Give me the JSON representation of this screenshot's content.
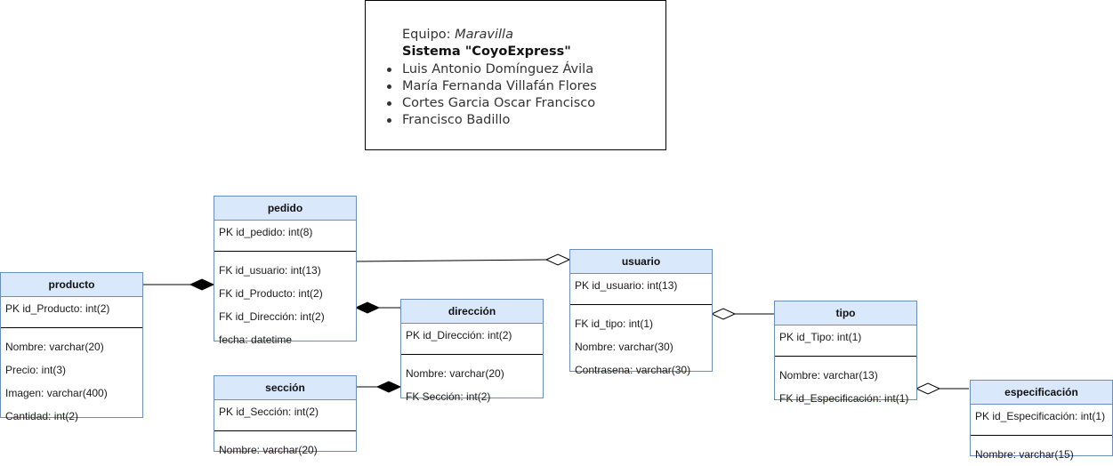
{
  "note": {
    "team_label": "Equipo: ",
    "team_name": "Maravilla",
    "system": "Sistema \"CoyoExpress\"",
    "members": [
      "Luis Antonio Domínguez Ávila",
      "María Fernanda Villafán Flores",
      "Cortes Garcia Oscar Francisco",
      "Francisco Badillo"
    ]
  },
  "tables": {
    "pedido": {
      "title": "pedido",
      "pk": [
        "PK id_pedido: int(8)"
      ],
      "fields": [
        "FK id_usuario: int(13)",
        "FK id_Producto: int(2)",
        "FK id_Dirección: int(2)",
        "fecha: datetime"
      ]
    },
    "producto": {
      "title": "producto",
      "pk": [
        "PK id_Producto: int(2)"
      ],
      "fields": [
        "Nombre: varchar(20)",
        "Precio: int(3)",
        "Imagen: varchar(400)",
        "Cantidad: int(2)"
      ]
    },
    "direccion": {
      "title": "dirección",
      "pk": [
        "PK id_Dirección: int(2)"
      ],
      "fields": [
        "Nombre: varchar(20)",
        "FK Sección: int(2)"
      ]
    },
    "seccion": {
      "title": "sección",
      "pk": [
        "PK id_Sección: int(2)"
      ],
      "fields": [
        "Nombre: varchar(20)"
      ]
    },
    "usuario": {
      "title": "usuario",
      "pk": [
        "PK id_usuario: int(13)"
      ],
      "fields": [
        "FK id_tipo: int(1)",
        "Nombre: varchar(30)",
        "Contrasena: varchar(30)"
      ]
    },
    "tipo": {
      "title": "tipo",
      "pk": [
        "PK id_Tipo: int(1)"
      ],
      "fields": [
        "Nombre: varchar(13)",
        "FK id_Especificación: int(1)"
      ]
    },
    "especificacion": {
      "title": "especificación",
      "pk": [
        "PK id_Especificación: int(1)"
      ],
      "fields": [
        "Nombre: varchar(15)"
      ]
    }
  },
  "relations": [
    {
      "from": "producto",
      "to": "pedido",
      "kind": "composition"
    },
    {
      "from": "direccion",
      "to": "pedido",
      "kind": "composition"
    },
    {
      "from": "seccion",
      "to": "direccion",
      "kind": "composition"
    },
    {
      "from": "pedido",
      "to": "usuario",
      "kind": "aggregation"
    },
    {
      "from": "tipo",
      "to": "usuario",
      "kind": "aggregation"
    },
    {
      "from": "especificacion",
      "to": "tipo",
      "kind": "aggregation"
    }
  ],
  "colors": {
    "header_fill": "#dae8fc",
    "border": "#6c8ebf",
    "line": "#000000"
  }
}
